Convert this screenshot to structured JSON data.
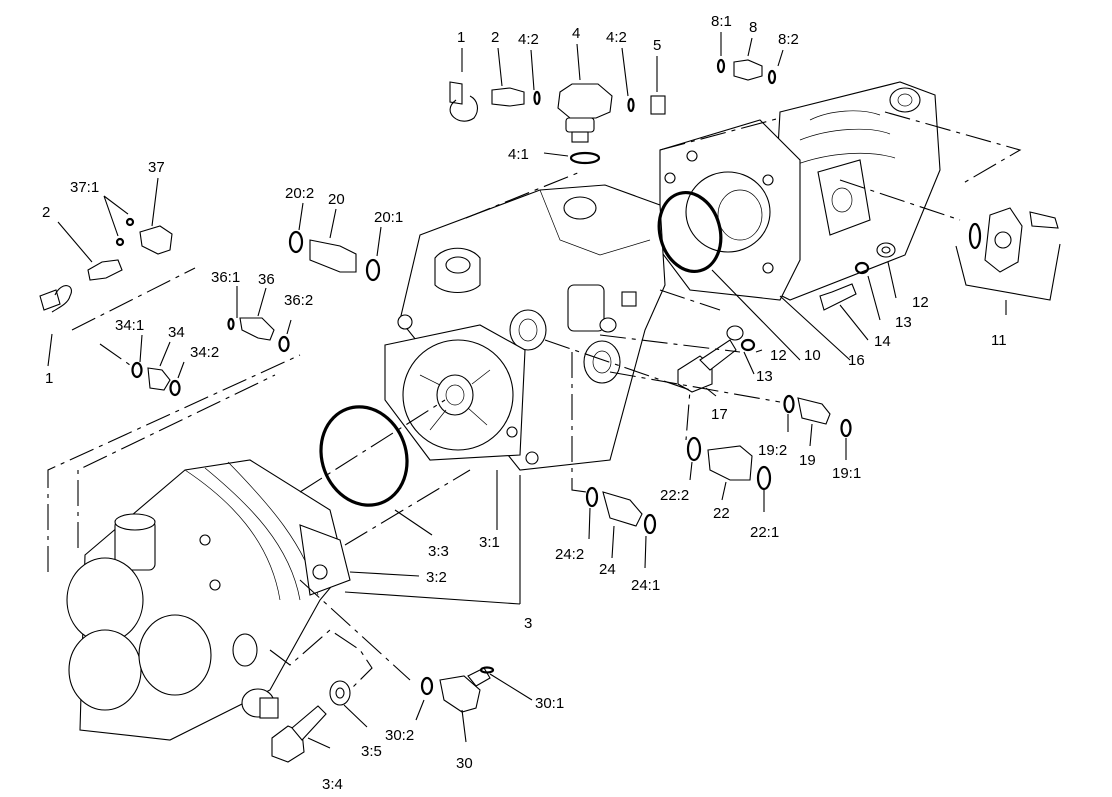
{
  "diagram": {
    "labels": {
      "l1_top": "1",
      "l2_top": "2",
      "l4_2_a": "4:2",
      "l4": "4",
      "l4_2_b": "4:2",
      "l5": "5",
      "l8_1": "8:1",
      "l8": "8",
      "l8_2": "8:2",
      "l4_1": "4:1",
      "l37": "37",
      "l37_1": "37:1",
      "l2_left": "2",
      "l1_left": "1",
      "l20_2": "20:2",
      "l20": "20",
      "l20_1": "20:1",
      "l36_1": "36:1",
      "l36": "36",
      "l36_2": "36:2",
      "l34_1": "34:1",
      "l34": "34",
      "l34_2": "34:2",
      "l12_a": "12",
      "l13_a": "13",
      "l14": "14",
      "l16": "16",
      "l10": "10",
      "l11": "11",
      "l12_b": "12",
      "l13_b": "13",
      "l17": "17",
      "l19_2": "19:2",
      "l19": "19",
      "l19_1": "19:1",
      "l22_2": "22:2",
      "l22": "22",
      "l22_1": "22:1",
      "l24_2": "24:2",
      "l24": "24",
      "l24_1": "24:1",
      "l3_3": "3:3",
      "l3_1": "3:1",
      "l3_2": "3:2",
      "l3": "3",
      "l30_1": "30:1",
      "l30_2": "30:2",
      "l30": "30",
      "l3_4": "3:4",
      "l3_5": "3:5"
    }
  }
}
